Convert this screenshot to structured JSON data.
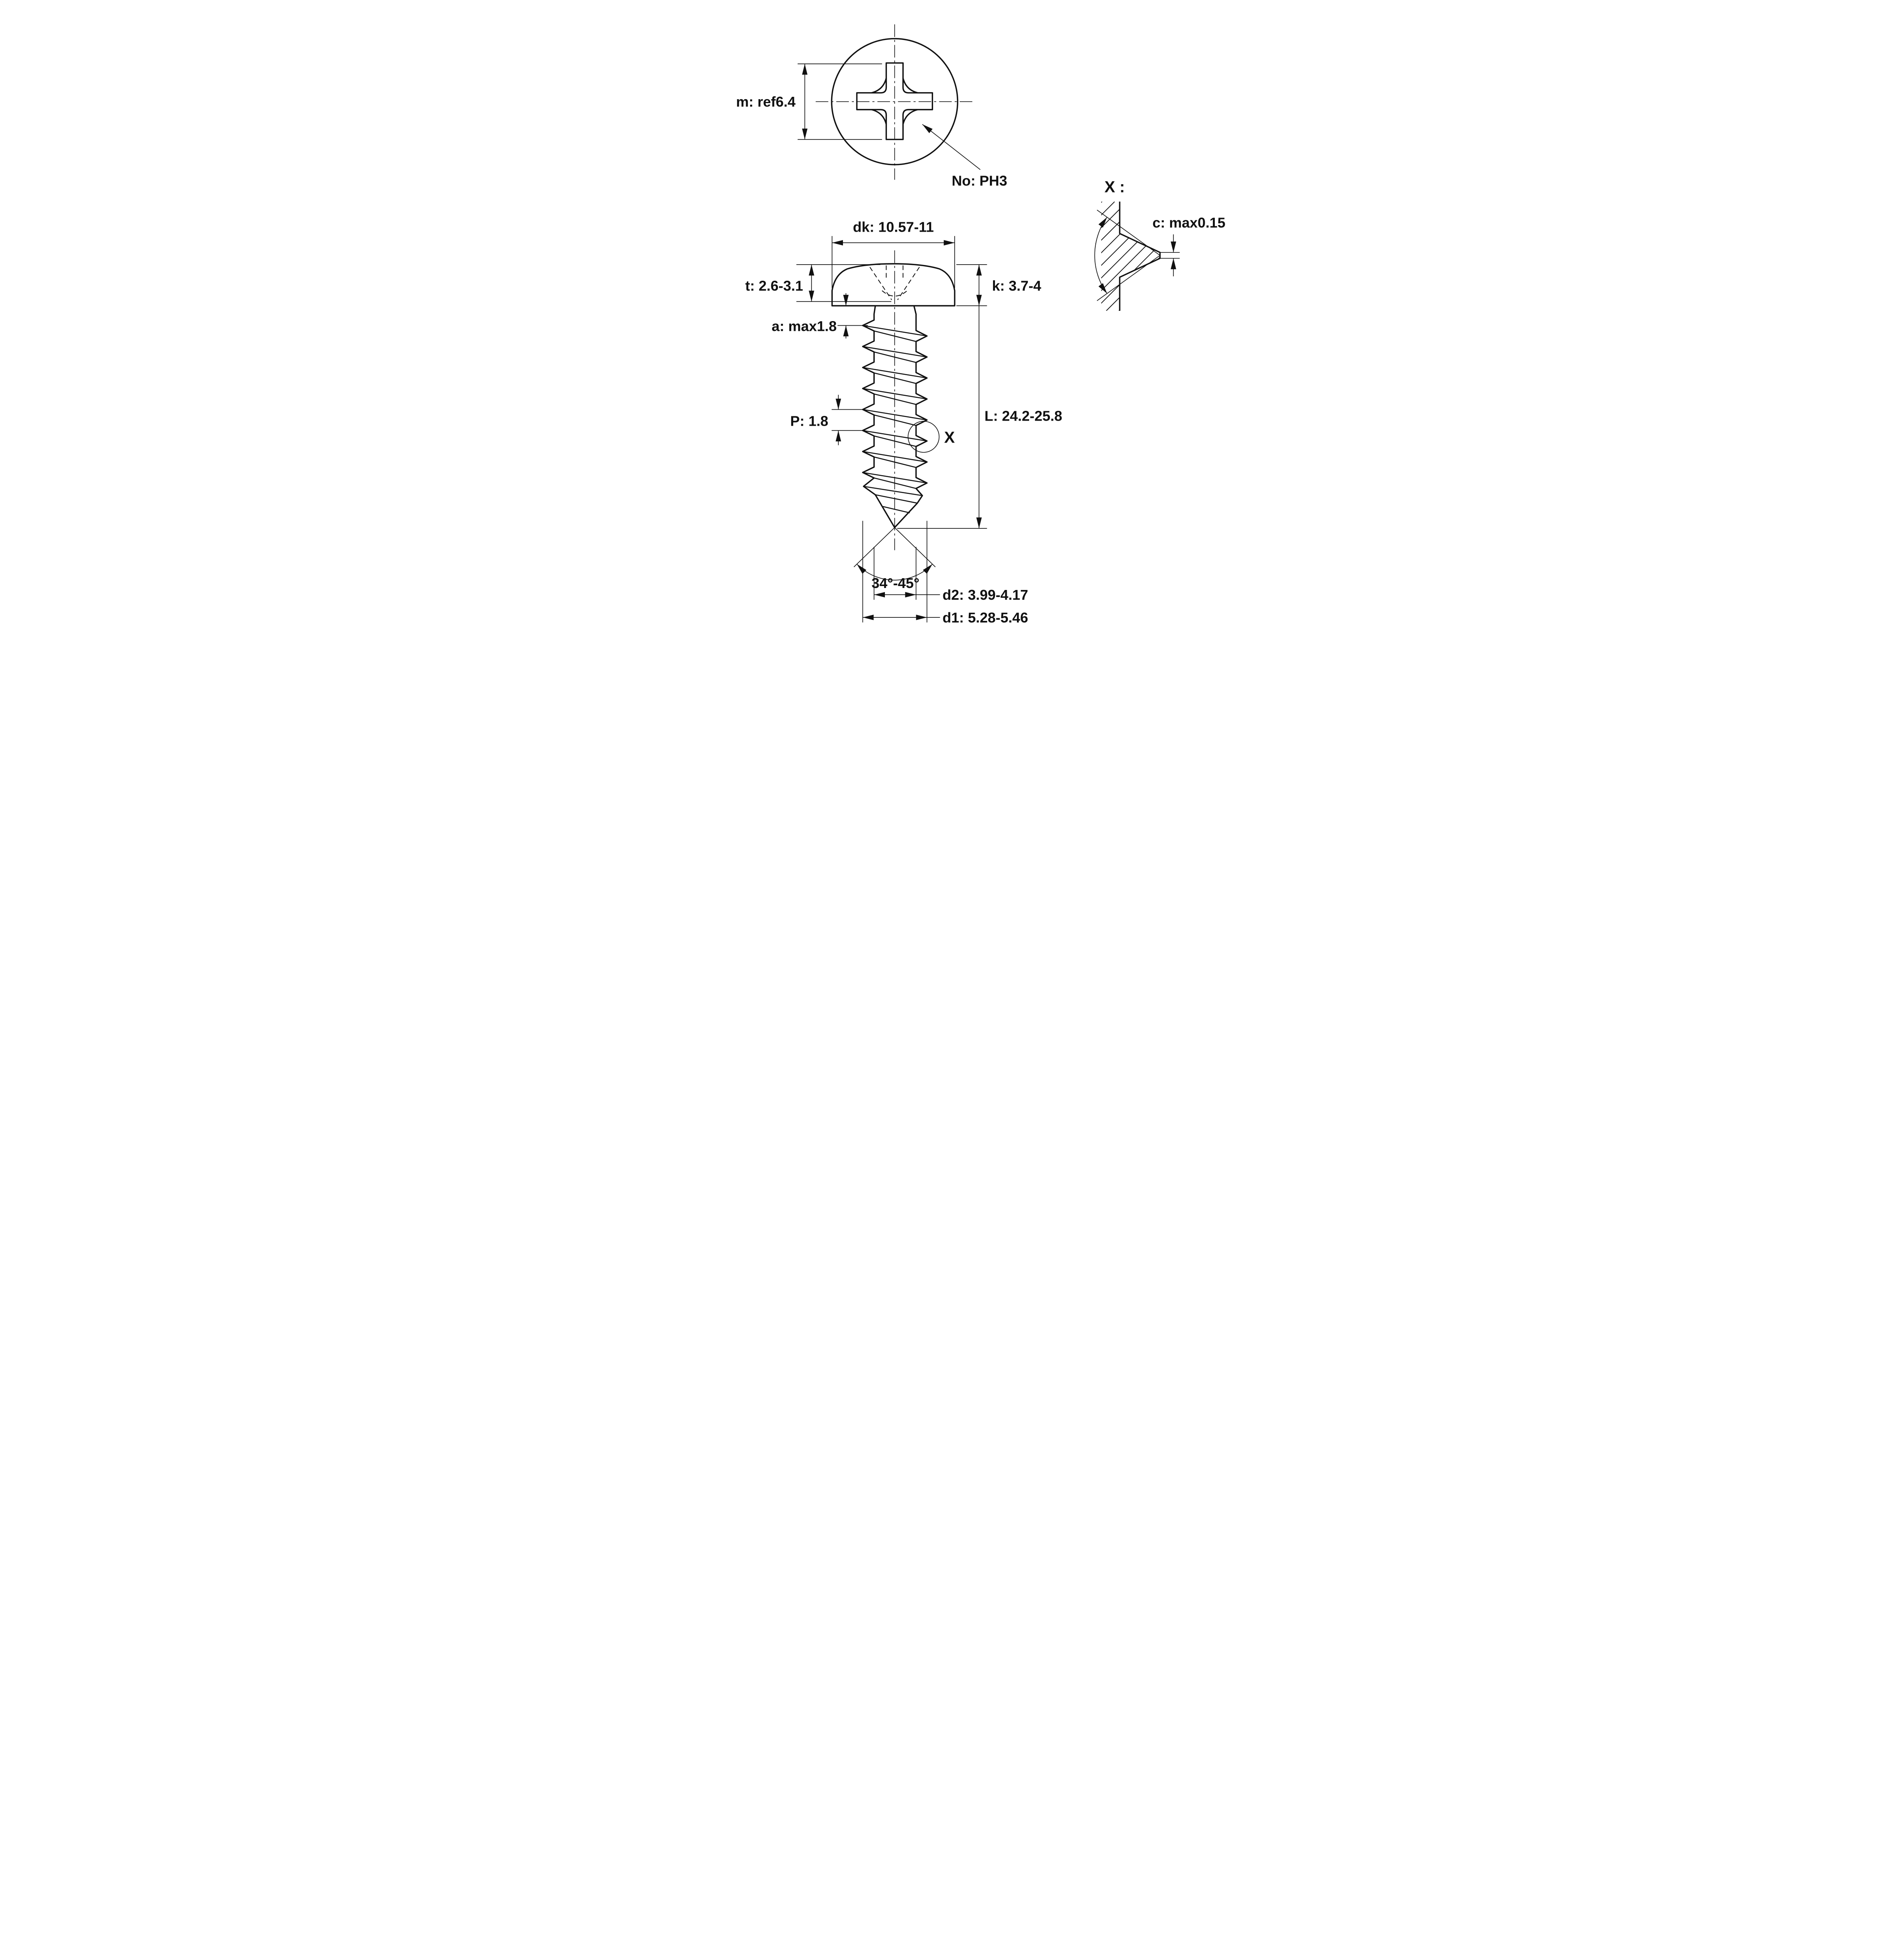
{
  "drawing": {
    "top_view": {
      "m_dim": "m: ref6.4",
      "recess_no": "No: PH3"
    },
    "detail_view": {
      "title": "X :",
      "c_dim": "c: max0.15"
    },
    "side_view": {
      "dk_dim": "dk: 10.57-11",
      "t_dim": "t: 2.6-3.1",
      "k_dim": "k: 3.7-4",
      "a_dim": "a: max1.8",
      "p_dim": "P: 1.8",
      "detail_ref": "X",
      "l_dim": "L: 24.2-25.8",
      "point_angle": "34°-45°",
      "d2_dim": "d2: 3.99-4.17",
      "d1_dim": "d1: 5.28-5.46"
    },
    "colors": {
      "line": "#111111",
      "background": "#ffffff"
    }
  }
}
